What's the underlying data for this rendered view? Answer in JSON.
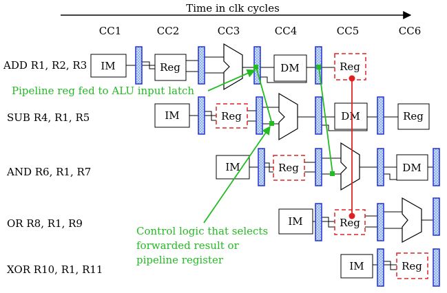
{
  "axis": {
    "label": "Time in clk cycles"
  },
  "cycles": [
    "CC1",
    "CC2",
    "CC3",
    "CC4",
    "CC5",
    "CC6"
  ],
  "instructions": [
    {
      "label": "ADD R1, R2, R3"
    },
    {
      "label": "SUB R4, R1, R5"
    },
    {
      "label": "AND R6, R1, R7"
    },
    {
      "label": "OR R8, R1, R9"
    },
    {
      "label": "XOR R10, R1, R11"
    }
  ],
  "stage_labels": {
    "im": "IM",
    "reg": "Reg",
    "dm": "DM"
  },
  "annotations": {
    "pipeline_reg": "Pipeline reg fed to ALU input latch",
    "control_logic": [
      "Control logic that selects",
      "forwarded result or",
      "pipeline register"
    ]
  },
  "colors": {
    "annotation": "#22bb22",
    "forwarding": "#e02020",
    "pipeline_register_fill": "#aac8ee",
    "pipeline_register_border": "#1f2fd6"
  }
}
